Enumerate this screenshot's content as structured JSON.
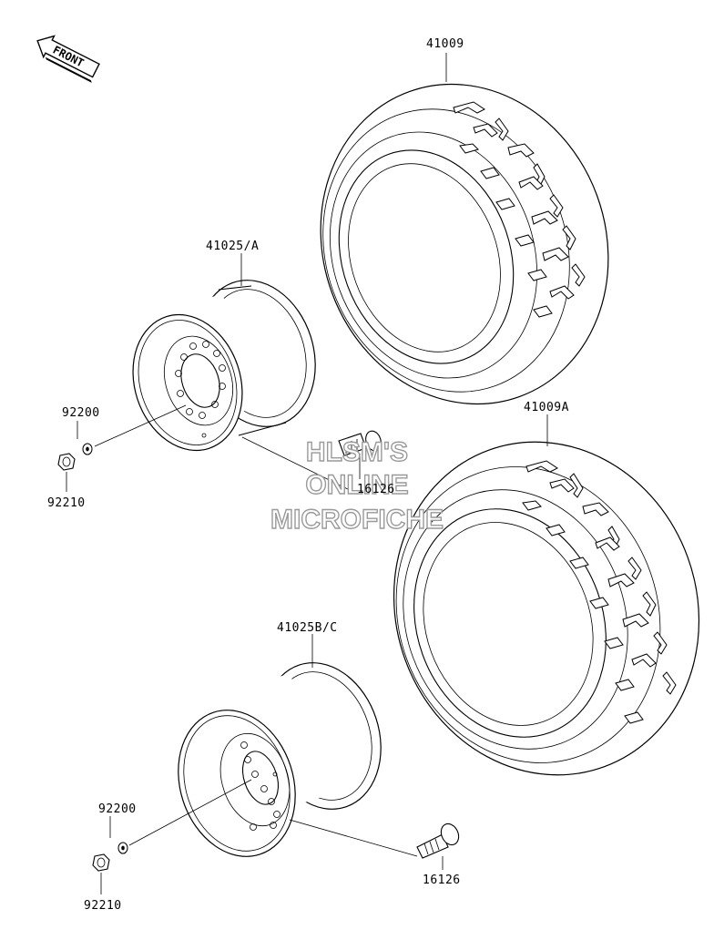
{
  "front_badge": {
    "text": "FRONT"
  },
  "watermark": {
    "lines": [
      "HLSM'S",
      "ONLINE",
      "MICROFICHE"
    ]
  },
  "parts": {
    "tire_front": "41009",
    "tire_rear": "41009A",
    "wheel_front": "41025/A",
    "wheel_rear": "41025B/C",
    "washer_upper": "92200",
    "nut_upper": "92210",
    "valve_upper": "16126",
    "washer_lower": "92200",
    "nut_lower": "92210",
    "valve_lower": "16126"
  }
}
